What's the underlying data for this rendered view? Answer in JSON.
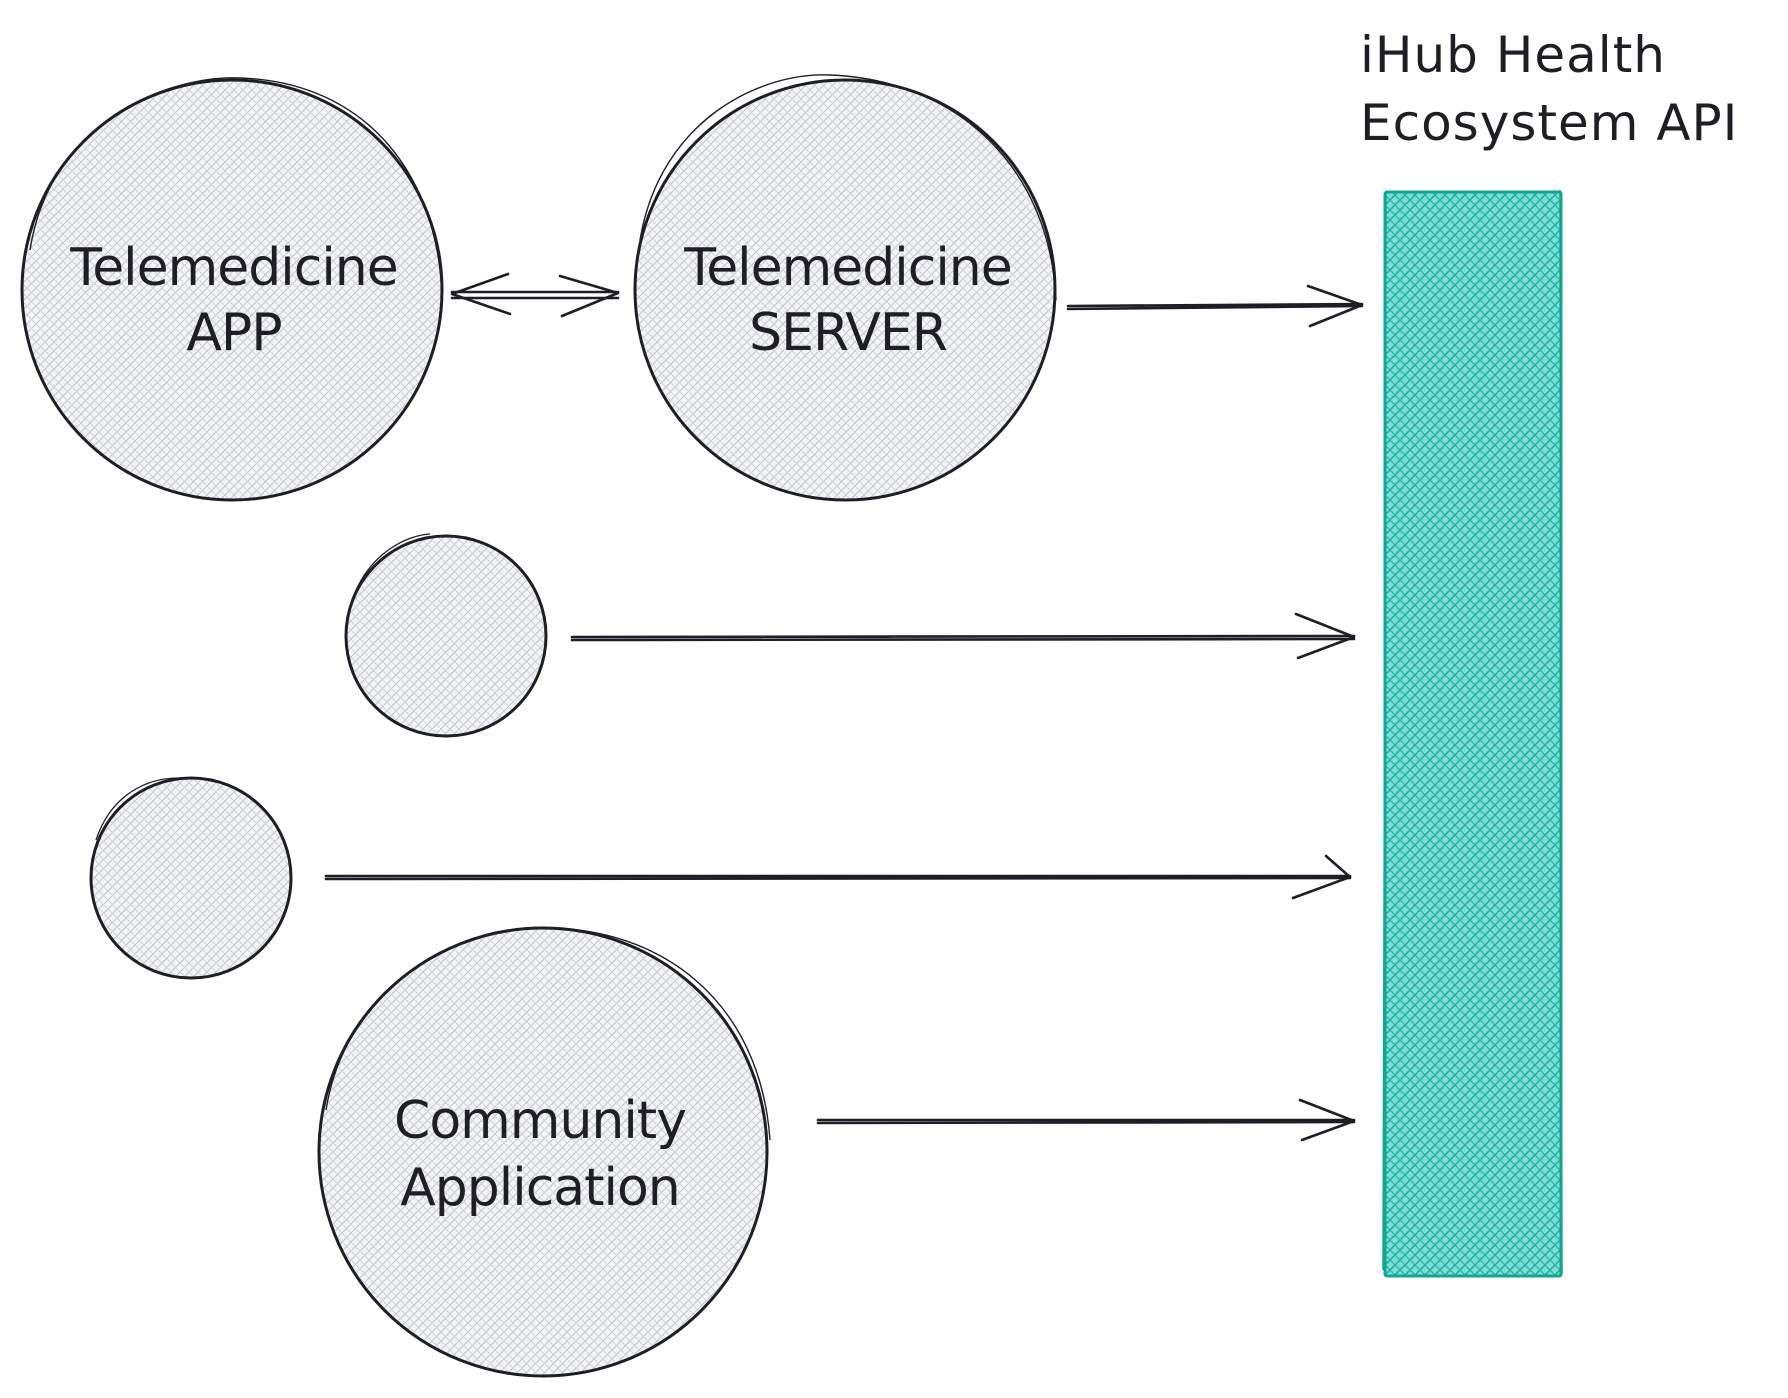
{
  "diagram": {
    "title": "iHub Health Ecosystem API",
    "title_lines": [
      "iHub Health",
      "Ecosystem API"
    ],
    "colors": {
      "stroke": "#1e1e24",
      "node_fill": "#c9ccd1",
      "api_fill": "#3ec8bc",
      "api_stroke": "#12a594"
    },
    "nodes": [
      {
        "id": "telemedicine-app",
        "lines": [
          "Telemedicine",
          "APP"
        ]
      },
      {
        "id": "telemedicine-server",
        "lines": [
          "Telemedicine",
          "SERVER"
        ]
      },
      {
        "id": "unlabeled-1",
        "lines": []
      },
      {
        "id": "unlabeled-2",
        "lines": []
      },
      {
        "id": "community-application",
        "lines": [
          "Community",
          "Application"
        ]
      }
    ],
    "edges": [
      {
        "from": "telemedicine-app",
        "to": "telemedicine-server",
        "bidirectional": true
      },
      {
        "from": "telemedicine-server",
        "to": "ihub-health-ecosystem-api",
        "bidirectional": false
      },
      {
        "from": "unlabeled-1",
        "to": "ihub-health-ecosystem-api",
        "bidirectional": false
      },
      {
        "from": "unlabeled-2",
        "to": "ihub-health-ecosystem-api",
        "bidirectional": false
      },
      {
        "from": "community-application",
        "to": "ihub-health-ecosystem-api",
        "bidirectional": false
      }
    ]
  }
}
